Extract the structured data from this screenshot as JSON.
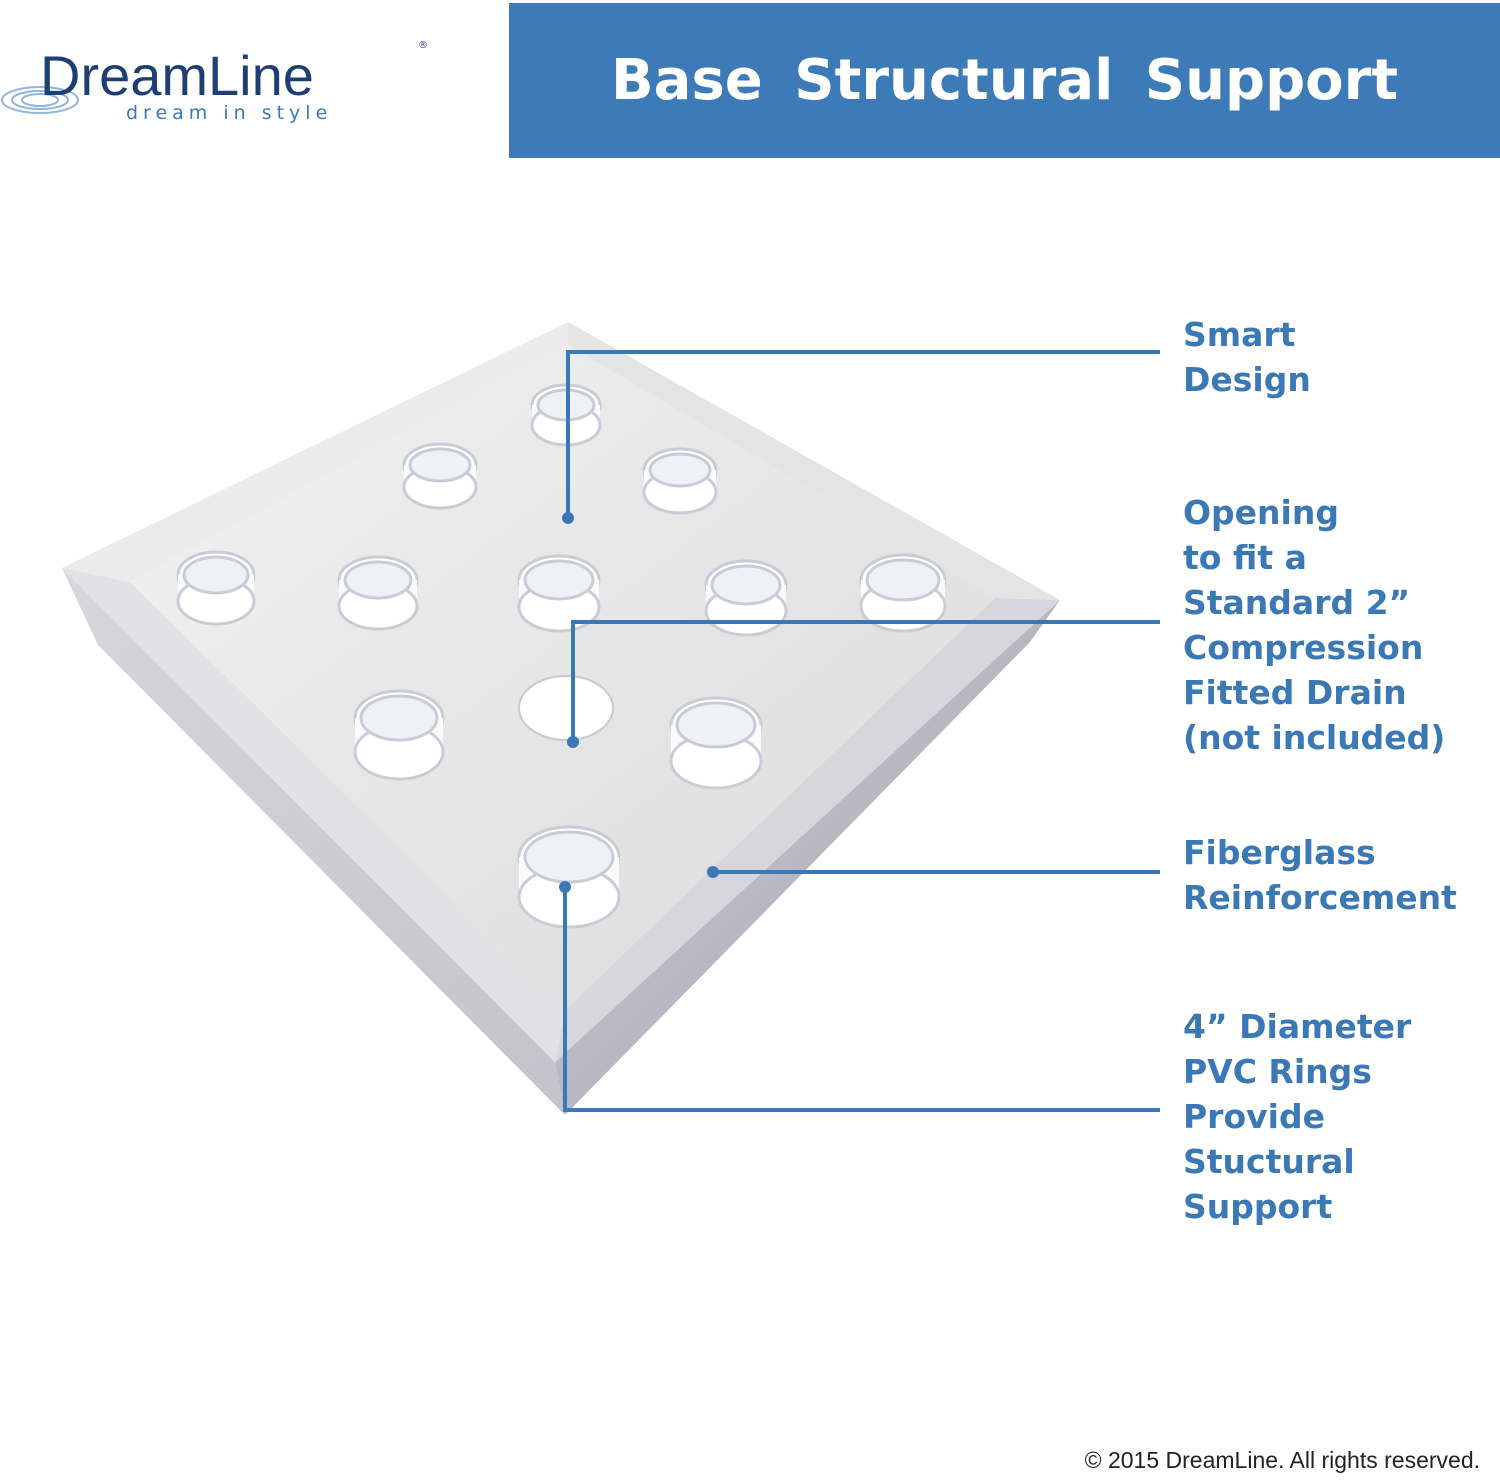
{
  "logo": {
    "brand": "DreamLine",
    "tagline": "dream in style",
    "registered": "®"
  },
  "banner": {
    "title": "Base Structural Support"
  },
  "callouts": [
    {
      "lines": [
        "Smart",
        "Design"
      ]
    },
    {
      "lines": [
        "Opening",
        "to fit a",
        "Standard 2”",
        "Compression",
        "Fitted Drain",
        "(not included)"
      ]
    },
    {
      "lines": [
        "Fiberglass",
        "Reinforcement"
      ]
    },
    {
      "lines": [
        "4” Diameter",
        "PVC Rings",
        "Provide",
        "Stuctural",
        "Support"
      ]
    }
  ],
  "copyright": "© 2015 DreamLine. All rights reserved.",
  "colors": {
    "accent": "#3d7ab8",
    "brand_dark": "#1d3f74",
    "label": "#3b78b6",
    "leader": "#3b78b6"
  },
  "icons": [
    "dreamline-ripple-icon"
  ]
}
